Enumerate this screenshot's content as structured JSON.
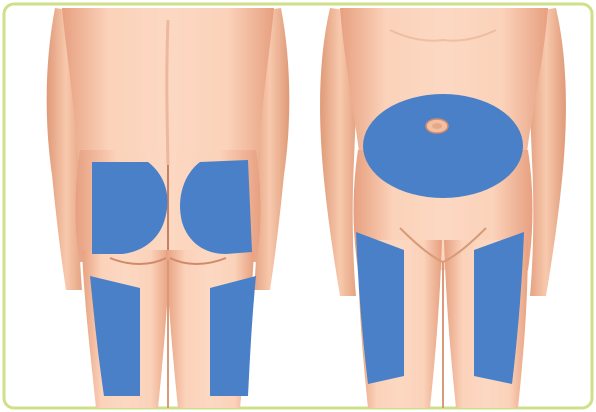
{
  "diagram": {
    "subject": "injection-sites",
    "views": [
      {
        "id": "back-view",
        "regions": [
          {
            "id": "left-buttock"
          },
          {
            "id": "right-buttock"
          },
          {
            "id": "left-back-thigh"
          },
          {
            "id": "right-back-thigh"
          }
        ]
      },
      {
        "id": "front-view",
        "regions": [
          {
            "id": "abdomen"
          },
          {
            "id": "left-front-thigh"
          },
          {
            "id": "right-front-thigh"
          }
        ]
      }
    ]
  },
  "colors": {
    "background": "#ffffff",
    "frame_border": "#cfe08a",
    "site_fill": "#4a80c8",
    "skin_light": "#fbd2ba",
    "skin_mid": "#f2b493",
    "skin_shadow": "#d98f6c",
    "navel": "#e7a888"
  }
}
